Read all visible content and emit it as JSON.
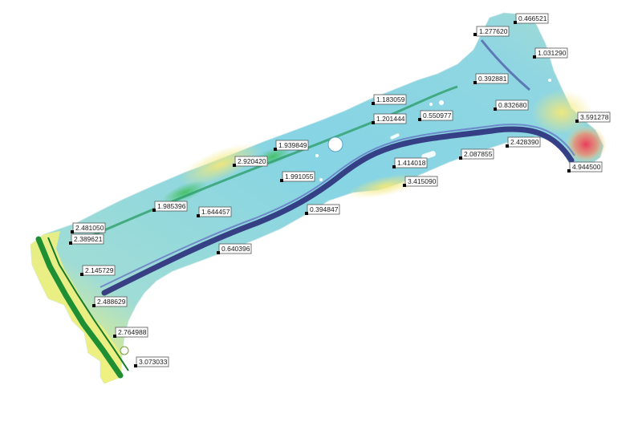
{
  "probes": [
    {
      "id": "p01",
      "value": "0.466521"
    },
    {
      "id": "p02",
      "value": "1.277620"
    },
    {
      "id": "p03",
      "value": "1.031290"
    },
    {
      "id": "p04",
      "value": "0.392881"
    },
    {
      "id": "p05",
      "value": "0.832680"
    },
    {
      "id": "p06",
      "value": "3.591278"
    },
    {
      "id": "p07",
      "value": "1.183059"
    },
    {
      "id": "p08",
      "value": "1.201444"
    },
    {
      "id": "p09",
      "value": "0.550977"
    },
    {
      "id": "p10",
      "value": "2.428390"
    },
    {
      "id": "p11",
      "value": "4.944500"
    },
    {
      "id": "p12",
      "value": "2.087855"
    },
    {
      "id": "p13",
      "value": "1.414018"
    },
    {
      "id": "p14",
      "value": "3.415090"
    },
    {
      "id": "p15",
      "value": "1.939849"
    },
    {
      "id": "p16",
      "value": "2.920420"
    },
    {
      "id": "p17",
      "value": "1.991055"
    },
    {
      "id": "p18",
      "value": "0.394847"
    },
    {
      "id": "p19",
      "value": "1.985396"
    },
    {
      "id": "p20",
      "value": "1.644457"
    },
    {
      "id": "p21",
      "value": "2.481050"
    },
    {
      "id": "p22",
      "value": "2.389621"
    },
    {
      "id": "p23",
      "value": "0.640396"
    },
    {
      "id": "p24",
      "value": "2.145729"
    },
    {
      "id": "p25",
      "value": "2.488629"
    },
    {
      "id": "p26",
      "value": "2.764988"
    },
    {
      "id": "p27",
      "value": "3.073033"
    }
  ],
  "colors": {
    "background": "#ffffff",
    "low": "#24207a",
    "mid_low": "#7fd3e6",
    "mid": "#1f9a3c",
    "mid_high": "#f0ec7a",
    "high": "#e83a5a"
  }
}
